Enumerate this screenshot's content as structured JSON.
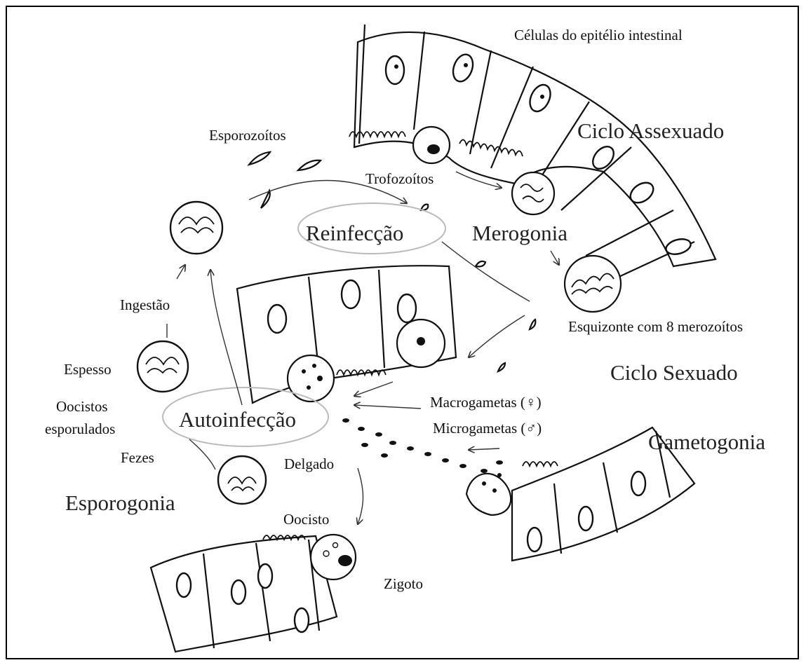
{
  "labels": {
    "epithelium": "Células do epitélio intestinal",
    "asexual_cycle": "Ciclo Assexuado",
    "sporozoites": "Esporozoítos",
    "trophozoites": "Trofozoítos",
    "reinfection": "Reinfecção",
    "merogony": "Merogonia",
    "schizont": "Esquizonte com 8 merozoítos",
    "sexual_cycle": "Ciclo Sexuado",
    "ingestion": "Ingestão",
    "thick": "Espesso",
    "sporulated_oocysts_1": "Oocistos",
    "sporulated_oocysts_2": "esporulados",
    "autoinfection": "Autoinfecção",
    "macrogametes": "Macrogametas (♀)",
    "microgametes": "Microgametas (♂)",
    "gametogony": "Gametogonia",
    "feces": "Fezes",
    "small_intestine": "Delgado",
    "sporogony": "Esporogonia",
    "oocyst": "Oocisto",
    "zygote": "Zigoto"
  }
}
